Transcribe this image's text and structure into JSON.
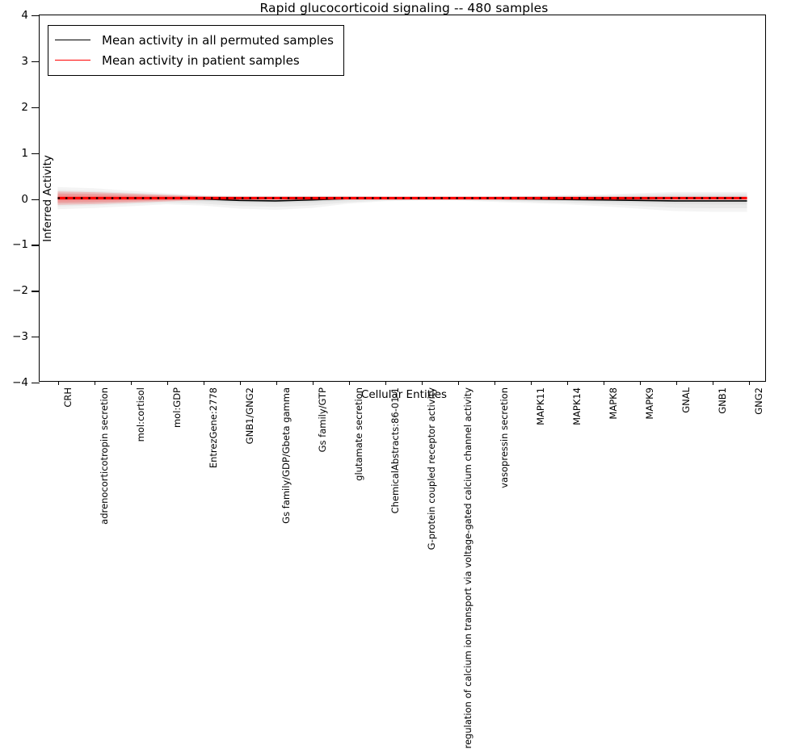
{
  "chart_data": {
    "type": "line",
    "title": "Rapid glucocorticoid signaling -- 480 samples",
    "xlabel": "Cellular Entities",
    "ylabel": "Inferred Activity",
    "ylim": [
      -4,
      4
    ],
    "yticks": [
      4,
      3,
      2,
      1,
      0,
      -1,
      -2,
      -3,
      -4
    ],
    "grid": false,
    "legend_position": "upper left",
    "categories": [
      "CRH",
      "adrenocorticotropin secretion",
      "mol:cortisol",
      "mol:GDP",
      "EntrezGene:2778",
      "GNB1/GNG2",
      "Gs family/GDP/Gbeta gamma",
      "Gs family/GTP",
      "glutamate secretion",
      "ChemicalAbstracts:86-01-1",
      "G-protein coupled receptor activity",
      "regulation of calcium ion transport via voltage-gated calcium channel activity",
      "vasopressin secretion",
      "MAPK11",
      "MAPK14",
      "MAPK8",
      "MAPK9",
      "GNAL",
      "GNB1",
      "GNG2"
    ],
    "series": [
      {
        "name": "Mean activity in all permuted samples",
        "color": "#000000",
        "style": "dotted-over-solid",
        "values": [
          0.0,
          0.0,
          0.0,
          0.0,
          -0.02,
          -0.05,
          -0.06,
          -0.04,
          -0.01,
          0.0,
          0.0,
          0.0,
          -0.01,
          -0.02,
          -0.03,
          -0.04,
          -0.05,
          -0.06,
          -0.06,
          -0.06
        ],
        "band_color": "#d9d9d9",
        "band_upper": [
          0.18,
          0.16,
          0.12,
          0.08,
          0.05,
          0.04,
          0.04,
          0.04,
          0.04,
          0.03,
          0.03,
          0.03,
          0.03,
          0.04,
          0.05,
          0.06,
          0.08,
          0.1,
          0.1,
          0.1
        ],
        "band_lower": [
          -0.18,
          -0.16,
          -0.13,
          -0.1,
          -0.12,
          -0.17,
          -0.19,
          -0.16,
          -0.09,
          -0.05,
          -0.04,
          -0.04,
          -0.06,
          -0.08,
          -0.1,
          -0.13,
          -0.17,
          -0.21,
          -0.22,
          -0.22
        ]
      },
      {
        "name": "Mean activity in patient samples",
        "color": "#ff0000",
        "style": "solid",
        "values": [
          0.0,
          0.0,
          0.0,
          0.0,
          0.0,
          0.0,
          0.0,
          0.0,
          0.0,
          0.0,
          0.0,
          0.0,
          0.0,
          0.0,
          0.0,
          0.0,
          0.0,
          0.0,
          0.0,
          0.0
        ],
        "band_color": "#f08a8a",
        "band_upper": [
          0.1,
          0.09,
          0.07,
          0.05,
          0.03,
          0.02,
          0.02,
          0.02,
          0.02,
          0.02,
          0.02,
          0.02,
          0.02,
          0.02,
          0.02,
          0.02,
          0.02,
          0.02,
          0.02,
          0.02
        ],
        "band_lower": [
          -0.1,
          -0.09,
          -0.07,
          -0.05,
          -0.03,
          -0.02,
          -0.02,
          -0.02,
          -0.02,
          -0.02,
          -0.02,
          -0.02,
          -0.02,
          -0.02,
          -0.02,
          -0.02,
          -0.02,
          -0.02,
          -0.02,
          -0.02
        ]
      }
    ],
    "legend": [
      {
        "label": "Mean activity in all permuted samples",
        "color": "#000000"
      },
      {
        "label": "Mean activity in patient samples",
        "color": "#ff0000"
      }
    ]
  }
}
